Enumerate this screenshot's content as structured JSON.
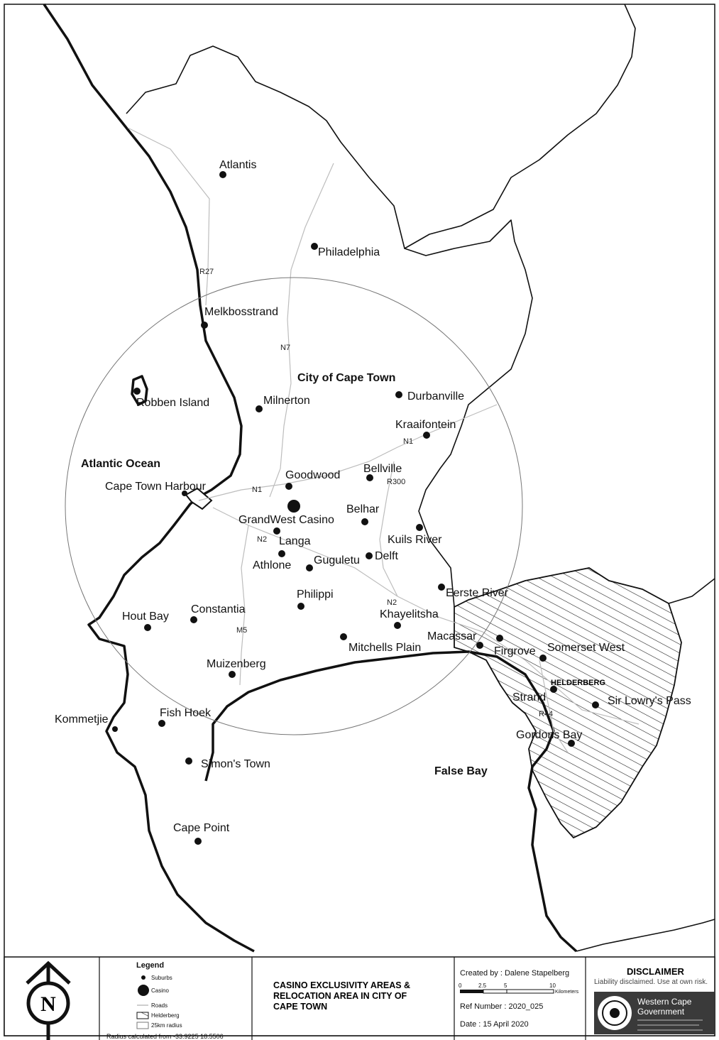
{
  "map": {
    "places": [
      {
        "name": "Atlantis",
        "type": "suburb"
      },
      {
        "name": "Philadelphia",
        "type": "suburb"
      },
      {
        "name": "Melkbosstrand",
        "type": "suburb"
      },
      {
        "name": "Robben Island",
        "type": "suburb"
      },
      {
        "name": "Milnerton",
        "type": "suburb"
      },
      {
        "name": "Durbanville",
        "type": "suburb"
      },
      {
        "name": "Kraaifontein",
        "type": "suburb"
      },
      {
        "name": "Goodwood",
        "type": "suburb"
      },
      {
        "name": "Bellville",
        "type": "suburb"
      },
      {
        "name": "Cape Town Harbour",
        "type": "suburb"
      },
      {
        "name": "GrandWest Casino",
        "type": "casino"
      },
      {
        "name": "Belhar",
        "type": "suburb"
      },
      {
        "name": "Langa",
        "type": "suburb"
      },
      {
        "name": "Kuils River",
        "type": "suburb"
      },
      {
        "name": "Athlone",
        "type": "suburb"
      },
      {
        "name": "Guguletu",
        "type": "suburb"
      },
      {
        "name": "Delft",
        "type": "suburb"
      },
      {
        "name": "Eerste River",
        "type": "suburb"
      },
      {
        "name": "Philippi",
        "type": "suburb"
      },
      {
        "name": "Khayelitsha",
        "type": "suburb"
      },
      {
        "name": "Hout Bay",
        "type": "suburb"
      },
      {
        "name": "Constantia",
        "type": "suburb"
      },
      {
        "name": "Macassar",
        "type": "suburb"
      },
      {
        "name": "Firgrove",
        "type": "suburb"
      },
      {
        "name": "Mitchells Plain",
        "type": "suburb"
      },
      {
        "name": "Somerset West",
        "type": "suburb"
      },
      {
        "name": "Muizenberg",
        "type": "suburb"
      },
      {
        "name": "Strand",
        "type": "suburb"
      },
      {
        "name": "Sir Lowry's Pass",
        "type": "suburb"
      },
      {
        "name": "Kommetjie",
        "type": "suburb"
      },
      {
        "name": "Fish Hoek",
        "type": "suburb"
      },
      {
        "name": "Gordons Bay",
        "type": "suburb"
      },
      {
        "name": "Simon's Town",
        "type": "suburb"
      },
      {
        "name": "Cape Point",
        "type": "suburb"
      }
    ],
    "areas": {
      "city": "City of Cape Town",
      "atlantic": "Atlantic Ocean",
      "false_bay": "False Bay",
      "helderberg": "HELDERBERG"
    },
    "roads": [
      "R27",
      "N7",
      "N1",
      "N1",
      "R300",
      "N2",
      "N2",
      "M5",
      "R44"
    ]
  },
  "title_block": {
    "north": "N",
    "legend": {
      "heading": "Legend",
      "items": [
        "Suburbs",
        "Casino",
        "Roads",
        "Helderberg",
        "25km radius"
      ],
      "note": "Radius calculated from -33.9225 18.5506"
    },
    "title": "CASINO EXCLUSIVITY AREAS & RELOCATION AREA IN CITY OF CAPE TOWN",
    "created_by": "Created by :  Dalene Stapelberg",
    "scale_ticks": [
      "0",
      "2.5",
      "5",
      "10"
    ],
    "scale_unit": "Kilometers",
    "ref": "Ref Number : 2020_025",
    "date": "Date : 15 April 2020",
    "disclaimer": {
      "heading": "DISCLAIMER",
      "text": "Liability disclaimed. Use at own risk.",
      "logo_text": [
        "Western Cape",
        "Government"
      ]
    }
  },
  "colors": {
    "ink": "#111111",
    "roads": "#bdbdbd",
    "radius": "#777777",
    "logo_bg": "#3a3a3a"
  }
}
